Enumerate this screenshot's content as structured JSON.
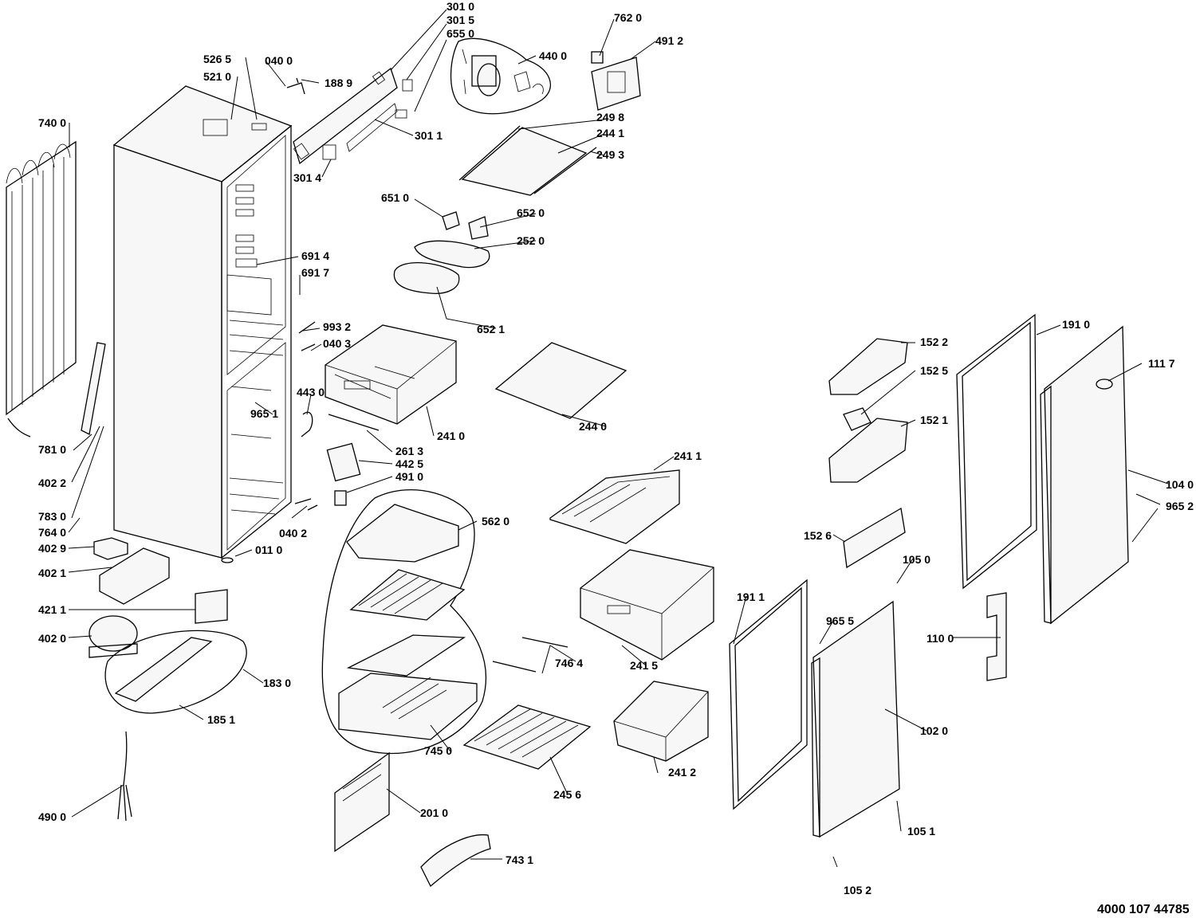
{
  "callouts": [
    "301 0",
    "301 5",
    "655 0",
    "762 0",
    "491 2",
    "526 5",
    "040 0",
    "521 0",
    "188 9",
    "440 0",
    "740 0",
    "249 8",
    "244 1",
    "301 1",
    "249 3",
    "301 4",
    "651 0",
    "652 0",
    "252 0",
    "691 4",
    "691 7",
    "993 2",
    "652 1",
    "040 3",
    "152 2",
    "191 0",
    "111 7",
    "152 5",
    "443 0",
    "965 1",
    "241 0",
    "244 0",
    "152 1",
    "261 3",
    "781 0",
    "442 5",
    "241 1",
    "491 0",
    "402 2",
    "104 0",
    "965 2",
    "783 0",
    "562 0",
    "152 6",
    "764 0",
    "040 2",
    "402 9",
    "011 0",
    "105 0",
    "402 1",
    "191 1",
    "421 1",
    "965 5",
    "110 0",
    "402 0",
    "746 4",
    "241 5",
    "183 0",
    "102 0",
    "185 1",
    "745 0",
    "241 2",
    "245 6",
    "201 0",
    "490 0",
    "105 1",
    "743 1",
    "105 2"
  ],
  "document_number": "4000 107 44785"
}
